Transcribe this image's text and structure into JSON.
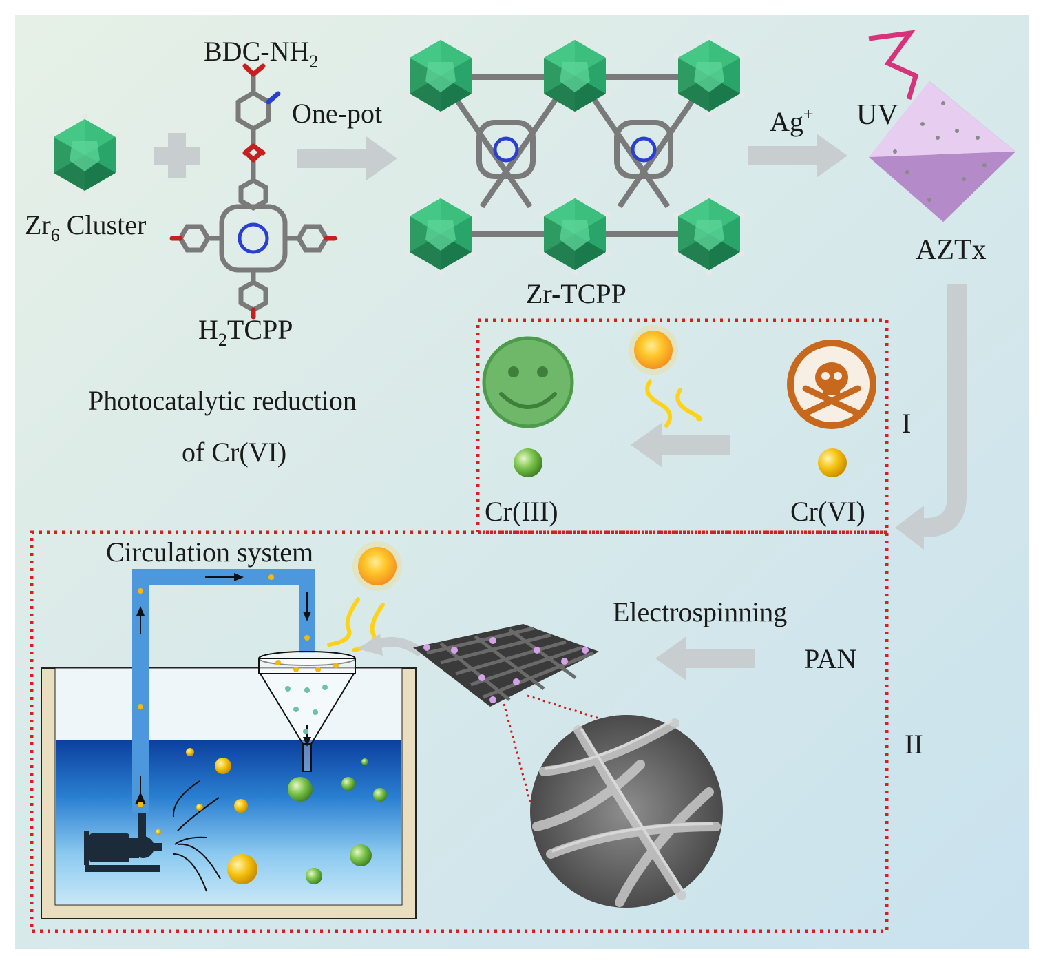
{
  "labels": {
    "zr6_cluster": "Zr",
    "zr6_sub": "6",
    "zr6_tail": " Cluster",
    "bdc": "BDC-NH",
    "bdc_sub": "2",
    "h2tcpp_pre": "H",
    "h2tcpp_sub": "2",
    "h2tcpp_tail": "TCPP",
    "one_pot": "One-pot",
    "zr_tcpp": "Zr-TCPP",
    "ag": "Ag",
    "ag_sup": "+",
    "uv": "UV",
    "aztx": "AZTx",
    "photo_line1": "Photocatalytic reduction",
    "photo_line2": "of Cr(VI)",
    "cr3": "Cr(III)",
    "cr6": "Cr(VI)",
    "roman_1": "I",
    "roman_2": "II",
    "circulation": "Circulation system",
    "electrospinning": "Electrospinning",
    "pan": "PAN"
  },
  "colors": {
    "background_top": "#e3efe6",
    "background_bottom": "#cde4ec",
    "cluster_green": "#2fa36a",
    "arrow_gray": "#c9cfd0",
    "dotted_red": "#d61f1f",
    "octahedron": "#c59ad6",
    "uv_bolt": "#d6337a",
    "smiley_green": "#5fae55",
    "skull_orange": "#c8681c",
    "water_blue": "#1d63b8",
    "pipe_blue": "#4d98dc",
    "sun_orange": "#f5a623",
    "cr6_gold": "#f2b90f",
    "cr3_green": "#6ab84a"
  },
  "icons": [
    "zr6-cluster-icon",
    "plus-icon",
    "molecule-icon",
    "porphyrin-icon",
    "mof-framework-icon",
    "uv-bolt-icon",
    "octahedron-icon",
    "smiley-icon",
    "skull-icon",
    "sun-icon",
    "pump-icon",
    "funnel-icon",
    "membrane-icon",
    "sem-image-icon"
  ]
}
